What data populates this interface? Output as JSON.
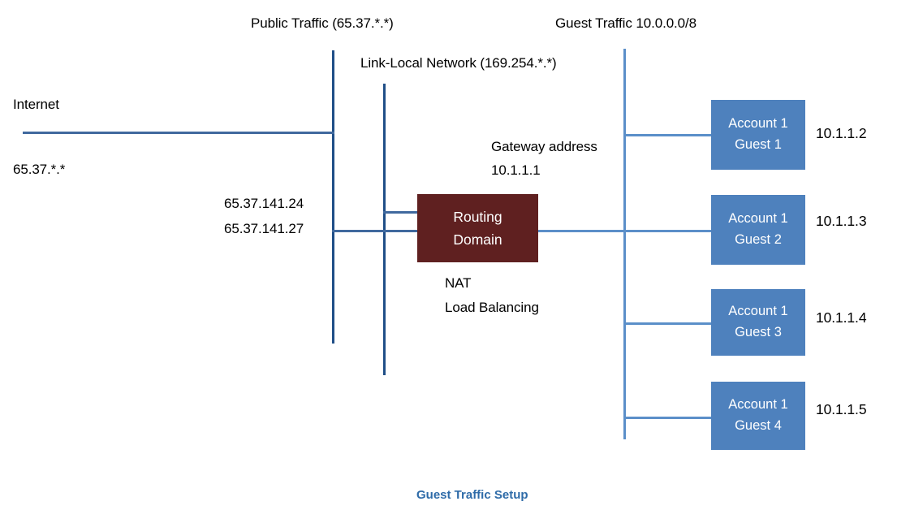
{
  "diagram": {
    "caption": "Guest Traffic Setup",
    "colors": {
      "guest_box": "#4E81BD",
      "router_box": "#5F2020",
      "line_dark": "#1F4E87",
      "line_light": "#5B8FC9",
      "caption_text": "#2E6BA8",
      "label_text": "#000000"
    },
    "network_labels": {
      "public_traffic": "Public Traffic (65.37.*.*)",
      "link_local": "Link-Local Network (169.254.*.*)",
      "guest_traffic": "Guest Traffic 10.0.0.0/8"
    },
    "internet": {
      "label": "Internet",
      "subnet": "65.37.*.*"
    },
    "public_ips": {
      "ip_1": "65.37.141.24",
      "ip_2": "65.37.141.27"
    },
    "gateway": {
      "label": "Gateway address",
      "address": "10.1.1.1"
    },
    "router": {
      "line_1": "Routing",
      "line_2": "Domain",
      "functions": [
        "NAT",
        "Load Balancing"
      ]
    },
    "guests": [
      {
        "account": "Account 1",
        "guest": "Guest 1",
        "ip": "10.1.1.2"
      },
      {
        "account": "Account 1",
        "guest": "Guest 2",
        "ip": "10.1.1.3"
      },
      {
        "account": "Account 1",
        "guest": "Guest 3",
        "ip": "10.1.1.4"
      },
      {
        "account": "Account 1",
        "guest": "Guest 4",
        "ip": "10.1.1.5"
      }
    ]
  }
}
